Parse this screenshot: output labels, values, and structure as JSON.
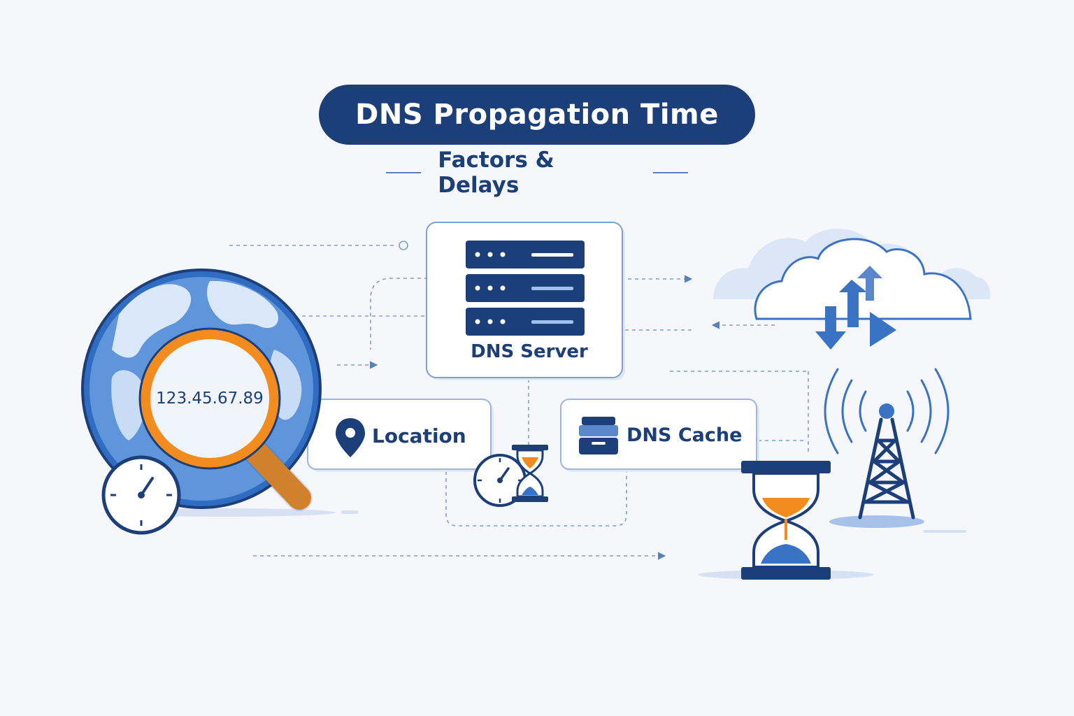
{
  "title": "DNS Propagation Time",
  "subtitle": "Factors & Delays",
  "nodes": {
    "dns_server": {
      "label": "DNS Server",
      "icon": "server-rack-icon"
    },
    "location": {
      "label": "Location",
      "icon": "map-pin-icon"
    },
    "dns_cache": {
      "label": "DNS Cache",
      "icon": "cache-drawer-icon"
    }
  },
  "lookup": {
    "ip_address": "123.45.67.89",
    "icon": "magnifier-icon"
  },
  "icons": [
    "globe-icon",
    "stopwatch-icon",
    "hourglass-icon",
    "cloud-sync-icon",
    "radio-tower-icon"
  ],
  "colors": {
    "navy": "#1c3f7a",
    "blue": "#3b73c4",
    "light_blue": "#dbe6f7",
    "orange": "#f28c1e",
    "background": "#f5f7fb"
  }
}
